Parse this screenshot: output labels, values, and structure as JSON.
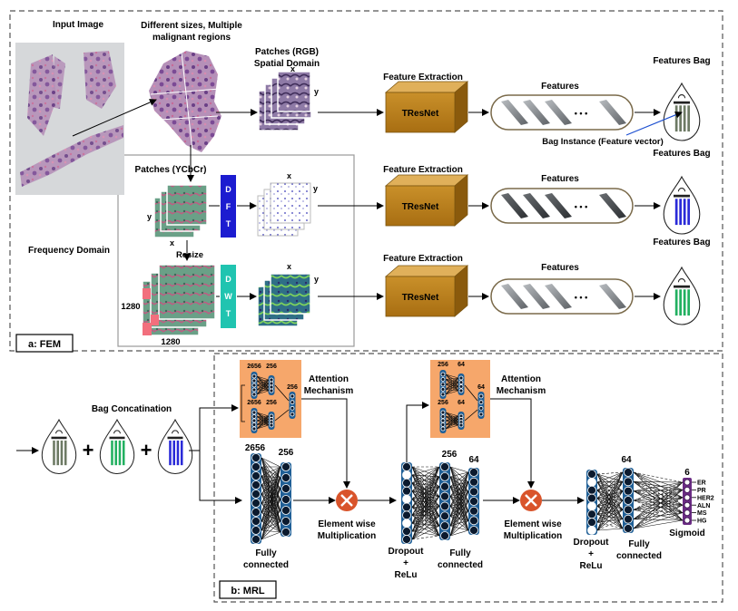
{
  "fem": {
    "panel_label": "a: FEM",
    "input_image_title": "Input Image",
    "regions_caption_l1": "Different sizes, Multiple",
    "regions_caption_l2": "malignant regions",
    "frequency_domain": "Frequency Domain",
    "rows": [
      {
        "patches_label_l1": "Patches (RGB)",
        "patches_label_l2": "Spatial Domain",
        "axis_x": "x",
        "axis_y": "y",
        "feature_extraction": "Feature Extraction",
        "extractor": "TResNet",
        "features": "Features",
        "features_bag": "Features Bag",
        "bag_color": "#6d7a64",
        "vector_style": "grey"
      },
      {
        "patches_label_l1": "Patches (YCbCr)",
        "transform_letters": [
          "D",
          "F",
          "T"
        ],
        "transform_color": "#1c1cd0",
        "axis_x": "x",
        "axis_y": "y",
        "feature_extraction": "Feature Extraction",
        "extractor": "TResNet",
        "features": "Features",
        "features_bag": "Features Bag",
        "bag_color": "#2a2ad8",
        "vector_style": "dark"
      },
      {
        "resize": "Resize",
        "size_label_w": "1280",
        "size_label_h": "1280",
        "transform_letters": [
          "D",
          "W",
          "T"
        ],
        "transform_color": "#20c4b0",
        "axis_x": "x",
        "axis_y": "y",
        "feature_extraction": "Feature Extraction",
        "extractor": "TResNet",
        "features": "Features",
        "features_bag": "Features Bag",
        "bag_color": "#22b060",
        "vector_style": "grey"
      }
    ],
    "bag_instance_label": "Bag Instance (Feature vector)",
    "ellipsis": "• • •"
  },
  "mrl": {
    "panel_label": "b: MRL",
    "bag_concatenation": "Bag Concatination",
    "plus": "+",
    "attention_1": {
      "title_l1": "Attention",
      "title_l2": "Mechanism",
      "in_top": "2656",
      "in_bottom": "2656",
      "out_top": "256",
      "out_bottom": "256",
      "merge": "256"
    },
    "attention_2": {
      "title_l1": "Attention",
      "title_l2": "Mechanism",
      "in_top": "256",
      "in_bottom": "256",
      "out_top": "64",
      "out_bottom": "64",
      "merge": "64"
    },
    "fc1": {
      "in": "2656",
      "out": "256",
      "label_l1": "Fully",
      "label_l2": "connected"
    },
    "mult_1": {
      "l1": "Element wise",
      "l2": "Multiplication"
    },
    "dropout_1": {
      "l1": "Dropout",
      "l2": "+",
      "l3": "ReLu"
    },
    "fc2": {
      "out": "256",
      "out2": "64",
      "label_l1": "Fully",
      "label_l2": "connected"
    },
    "mult_2": {
      "l1": "Element wise",
      "l2": "Multiplication"
    },
    "dropout_2": {
      "l1": "Dropout",
      "l2": "+",
      "l3": "ReLu"
    },
    "fc3": {
      "out": "64",
      "label_l1": "Fully",
      "label_l2": "connected"
    },
    "output": {
      "count": "6",
      "activation": "Sigmoid",
      "labels": [
        "ER",
        "PR",
        "HER2",
        "ALN",
        "MS",
        "HG"
      ]
    },
    "colors": {
      "attention_bg": "#f6a76b",
      "node_fill": "#1f5f96",
      "mult_fill": "#d9542b",
      "output_fill": "#6a2b83"
    }
  }
}
